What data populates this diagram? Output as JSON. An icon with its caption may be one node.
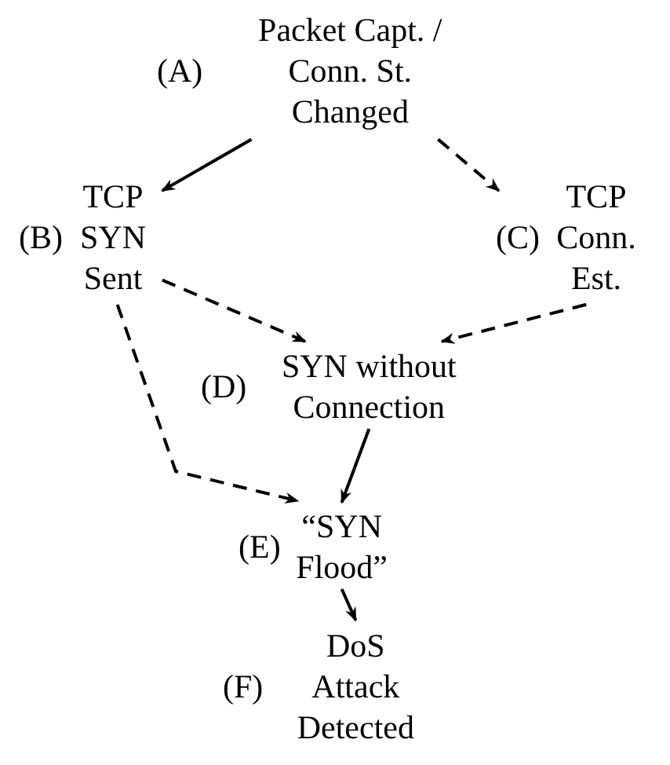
{
  "diagram": {
    "nodes": [
      {
        "text": [
          "Packet Capt. / Conn. St. Changed"
        ],
        "beside": [
          "(A)"
        ]
      },
      {
        "text": [
          "TCP SYN Sent"
        ],
        "beside": [
          "(B)"
        ]
      },
      {
        "text": [
          "TCP Conn. Est."
        ],
        "beside": [
          "(C)"
        ]
      },
      {
        "text": [
          "SYN without Connection"
        ],
        "beside": [
          "(D)"
        ]
      },
      {
        "text": [
          "“SYN Flood”"
        ],
        "beside": [
          "(E)"
        ]
      },
      {
        "text": [
          "DoS Attack Detected"
        ],
        "beside": [
          "(F)"
        ]
      }
    ],
    "edges": [
      {
        "from": 0,
        "to": 1,
        "arrow": "to"
      },
      {
        "from": 0,
        "to": 2,
        "arrow": "to",
        "style": "dashed"
      },
      {
        "from": 1,
        "to": 3,
        "arrow": "to",
        "style": "dashed"
      },
      {
        "from": 1,
        "to": 4,
        "arrow": "to",
        "style": "dashed"
      },
      {
        "from": 2,
        "to": 3,
        "arrow": "to",
        "style": "dashed"
      },
      {
        "from": 3,
        "to": 4,
        "arrow": "to"
      },
      {
        "from": 4,
        "to": 5,
        "arrow": "to"
      }
    ]
  }
}
